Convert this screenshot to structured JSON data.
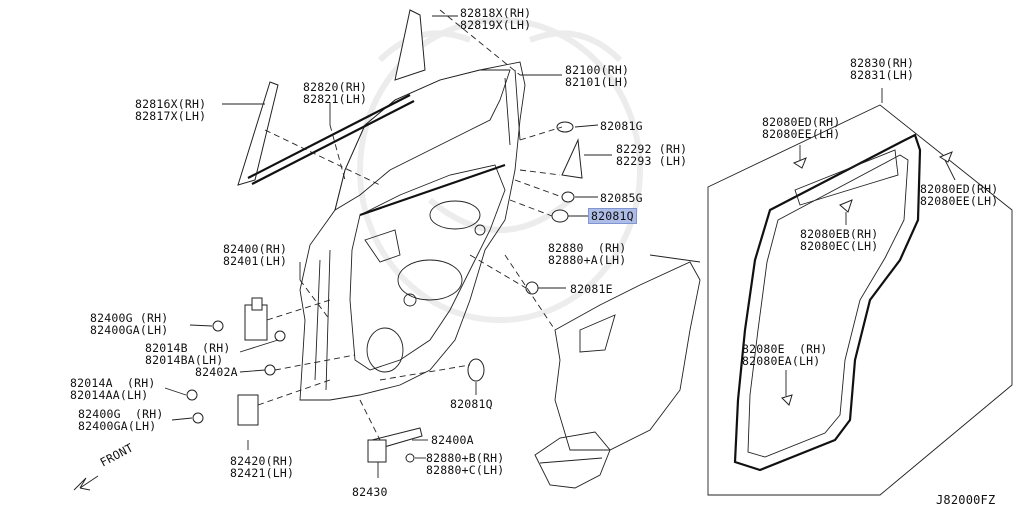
{
  "diagram_code": "J82000FZ",
  "front_label": "FRONT",
  "highlight_color": "#aebde8",
  "parts": {
    "p82818": [
      "82818X(RH)",
      "82819X(LH)"
    ],
    "p82816": [
      "82816X(RH)",
      "82817X(LH)"
    ],
    "p82820": [
      "82820(RH)",
      "82821(LH)"
    ],
    "p82100": [
      "82100(RH)",
      "82101(LH)"
    ],
    "p82081g": "82081G",
    "p82292": [
      "82292 (RH)",
      "82293 (LH)"
    ],
    "p82085g": "82085G",
    "p82081q_top": "82081Q",
    "p82880": [
      "82880  (RH)",
      "82880+A(LH)"
    ],
    "p82081e": "82081E",
    "p82400": [
      "82400(RH)",
      "82401(LH)"
    ],
    "p82400g_top": [
      "82400G (RH)",
      "82400GA(LH)"
    ],
    "p82014b": [
      "82014B  (RH)",
      "82014BA(LH)"
    ],
    "p82402a": "82402A",
    "p82014a": [
      "82014A  (RH)",
      "82014AA(LH)"
    ],
    "p82400g_bot": [
      "82400G  (RH)",
      "82400GA(LH)"
    ],
    "p82081q_bot": "82081Q",
    "p82420": [
      "82420(RH)",
      "82421(LH)"
    ],
    "p82400a": "82400A",
    "p82880b": [
      "82880+B(RH)",
      "82880+C(LH)"
    ],
    "p82430": "82430",
    "p82830": [
      "82830(RH)",
      "82831(LH)"
    ],
    "p82080ed_left": [
      "82080ED(RH)",
      "82080EE(LH)"
    ],
    "p82080ed_right": [
      "82080ED(RH)",
      "82080EE(LH)"
    ],
    "p82080eb": [
      "82080EB(RH)",
      "82080EC(LH)"
    ],
    "p82080e": [
      "82080E  (RH)",
      "82080EA(LH)"
    ]
  }
}
